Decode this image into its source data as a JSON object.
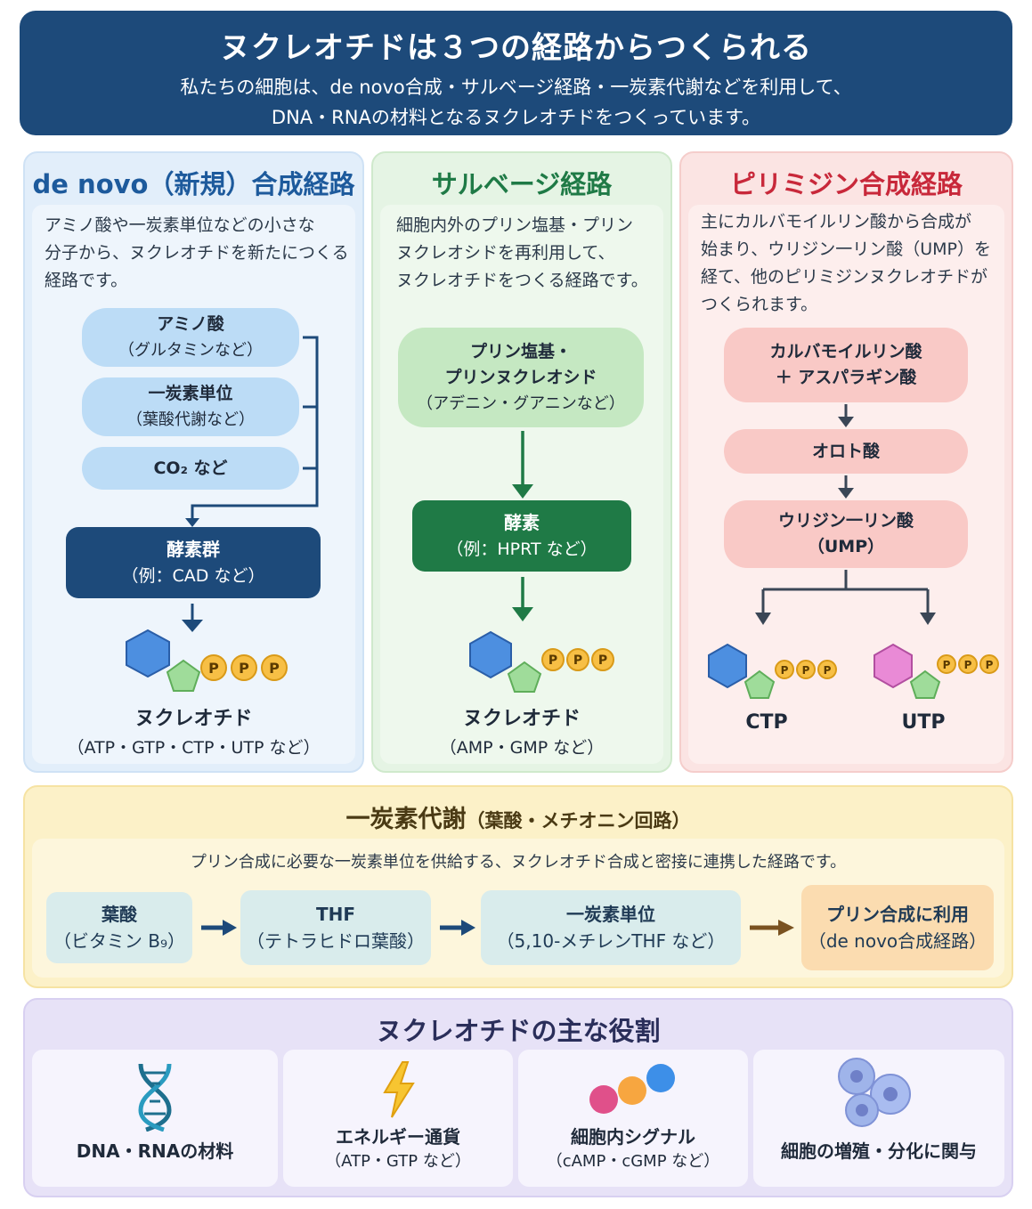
{
  "header": {
    "title": "ヌクレオチドは３つの経路からつくられる",
    "subtitle_line1": "私たちの細胞は、de novo合成・サルベージ経路・一炭素代謝などを利用して、",
    "subtitle_line2": "DNA・RNAの材料となるヌクレオチドをつくっています。"
  },
  "denovo": {
    "title": "de novo（新規）合成経路",
    "desc": [
      "アミノ酸や一炭素単位などの小さな",
      "分子から、ヌクレオチドを新たにつくる",
      "経路です。"
    ],
    "inputs": [
      {
        "label": "アミノ酸",
        "sub": "（グルタミンなど）"
      },
      {
        "label": "一炭素単位",
        "sub": "（葉酸代謝など）"
      },
      {
        "label": "CO₂ など",
        "sub": ""
      }
    ],
    "enzyme": {
      "label": "酵素群",
      "sub": "（例：CAD など）"
    },
    "phosphates": [
      "P",
      "P",
      "P"
    ],
    "product": {
      "label": "ヌクレオチド",
      "sub": "（ATP・GTP・CTP・UTP など）"
    },
    "colors": {
      "accent": "#1d4a7a",
      "pill": "#bcdcf6",
      "hexagon": "#4d8fe0",
      "pentagon": "#9fdc9a",
      "phosphate": "#f7bf45"
    }
  },
  "salvage": {
    "title": "サルベージ経路",
    "desc": [
      "細胞内外のプリン塩基・プリン",
      "ヌクレオシドを再利用して、",
      "ヌクレオチドをつくる経路です。"
    ],
    "source": {
      "line1": "プリン塩基・",
      "line2": "プリンヌクレオシド",
      "sub": "（アデニン・グアニンなど）"
    },
    "enzyme": {
      "label": "酵素",
      "sub": "（例：HPRT など）"
    },
    "phosphates": [
      "P",
      "P",
      "P"
    ],
    "product": {
      "label": "ヌクレオチド",
      "sub": "（AMP・GMP など）"
    },
    "colors": {
      "accent": "#1f7a46",
      "pill": "#c5e8c2"
    }
  },
  "pyrimidine": {
    "title": "ピリミジン合成経路",
    "desc": [
      "主にカルバモイルリン酸から合成が",
      "始まり、ウリジン一リン酸（UMP）を",
      "経て、他のピリミジンヌクレオチドが",
      "つくられます。"
    ],
    "step1": {
      "line1": "カルバモイルリン酸",
      "line2": "＋ アスパラギン酸"
    },
    "step2": {
      "label": "オロト酸"
    },
    "step3": {
      "label": "ウリジン一リン酸",
      "sub": "（UMP）"
    },
    "products": [
      {
        "label": "CTP",
        "hexagon": "#4d8fe0"
      },
      {
        "label": "UTP",
        "hexagon": "#e98ad6"
      }
    ],
    "phosphates": [
      "P",
      "P",
      "P"
    ],
    "colors": {
      "accent": "#c8283a",
      "pill": "#f9c9c6"
    }
  },
  "onecarbon": {
    "title": "一炭素代謝",
    "title_sub": "（葉酸・メチオニン回路）",
    "desc": "プリン合成に必要な一炭素単位を供給する、ヌクレオチド合成と密接に連携した経路です。",
    "steps": [
      {
        "label": "葉酸",
        "sub": "（ビタミン B₉）"
      },
      {
        "label": "THF",
        "sub": "（テトラヒドロ葉酸）"
      },
      {
        "label": "一炭素単位",
        "sub": "（5,10-メチレンTHF など）"
      },
      {
        "label": "プリン合成に利用",
        "sub": "（de novo合成経路）"
      }
    ],
    "colors": {
      "box": "#d9ecec",
      "final": "#fbdcb0",
      "arrow": "#1d4a7a",
      "final_arrow": "#7a5220"
    }
  },
  "roles": {
    "title": "ヌクレオチドの主な役割",
    "items": [
      {
        "label": "DNA・RNAの材料",
        "sub": "",
        "icon": "dna-icon"
      },
      {
        "label": "エネルギー通貨",
        "sub": "（ATP・GTP など）",
        "icon": "lightning-icon"
      },
      {
        "label": "細胞内シグナル",
        "sub": "（cAMP・cGMP など）",
        "icon": "signal-molecules-icon"
      },
      {
        "label": "細胞の増殖・分化に関与",
        "sub": "",
        "icon": "cells-icon"
      }
    ]
  }
}
